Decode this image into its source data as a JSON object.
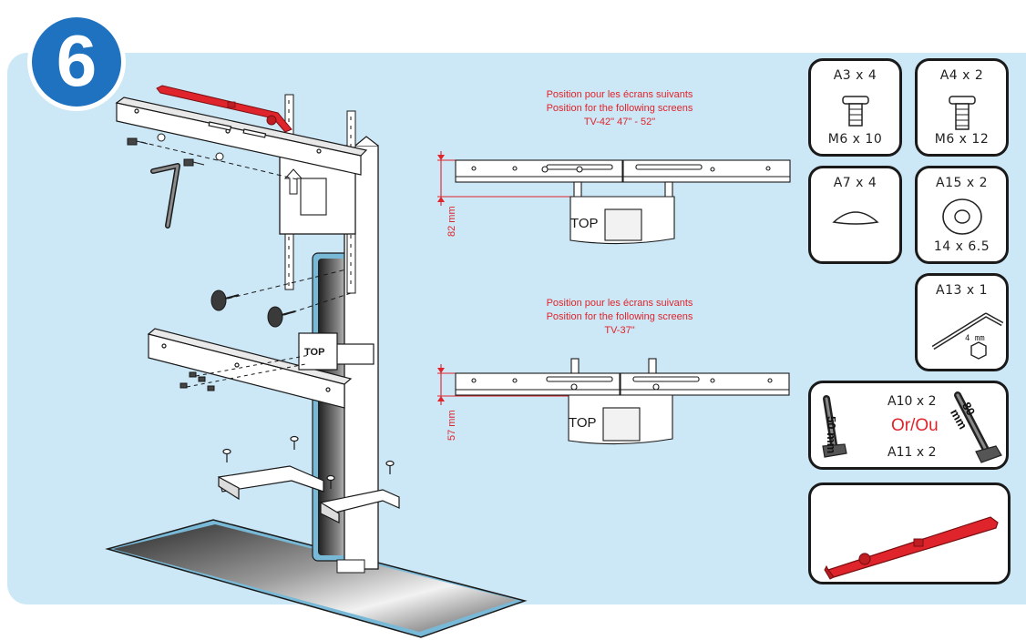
{
  "step": {
    "number": "6"
  },
  "captions": {
    "large": {
      "line1": "Position pour les écrans suivants",
      "line2": "Position for the following screens",
      "line3": "TV-42\" 47\" - 52\""
    },
    "small": {
      "line1": "Position pour les écrans suivants",
      "line2": "Position for the following screens",
      "line3": "TV-37\""
    }
  },
  "dimensions": {
    "large": "82 mm",
    "small": "57 mm"
  },
  "bracket_label": "TOP",
  "hardware": {
    "a3": {
      "qty": "A3 x 4",
      "size": "M6 x 10",
      "icon": "screw-icon"
    },
    "a4": {
      "qty": "A4 x 2",
      "size": "M6 x 12",
      "icon": "screw-icon"
    },
    "a7": {
      "qty": "A7 x 4",
      "icon": "cap-icon"
    },
    "a15": {
      "qty": "A15 x 2",
      "size": "14 x 6.5",
      "icon": "washer-icon"
    },
    "a13": {
      "qty": "A13 x 1",
      "tool_size": "4 mm",
      "icon": "allen-key-icon"
    },
    "a10": {
      "qty": "A10 x 2",
      "length": "50 mm"
    },
    "or": "Or/Ou",
    "a11": {
      "qty": "A11 x 2",
      "length": "80 mm"
    }
  },
  "colors": {
    "panel": "#cce7f5",
    "badge": "#1f72c0",
    "accent": "#e0242b"
  }
}
